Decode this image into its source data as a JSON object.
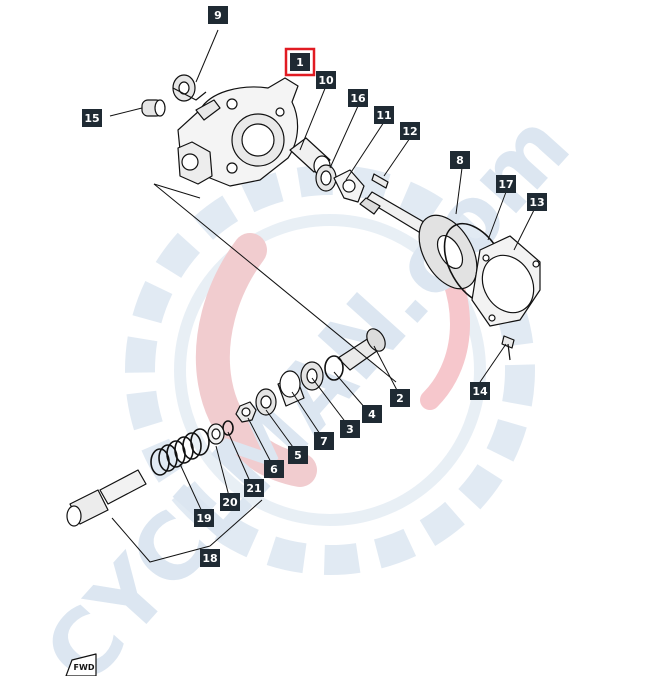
{
  "diagram": {
    "callouts": [
      {
        "id": "part-1",
        "label": "1",
        "highlight": true
      },
      {
        "id": "part-2",
        "label": "2"
      },
      {
        "id": "part-3",
        "label": "3"
      },
      {
        "id": "part-4",
        "label": "4"
      },
      {
        "id": "part-5",
        "label": "5"
      },
      {
        "id": "part-6",
        "label": "6"
      },
      {
        "id": "part-7",
        "label": "7"
      },
      {
        "id": "part-8",
        "label": "8"
      },
      {
        "id": "part-9",
        "label": "9"
      },
      {
        "id": "part-10",
        "label": "10"
      },
      {
        "id": "part-11",
        "label": "11"
      },
      {
        "id": "part-12",
        "label": "12"
      },
      {
        "id": "part-13",
        "label": "13"
      },
      {
        "id": "part-14",
        "label": "14"
      },
      {
        "id": "part-15",
        "label": "15"
      },
      {
        "id": "part-16",
        "label": "16"
      },
      {
        "id": "part-17",
        "label": "17"
      },
      {
        "id": "part-18",
        "label": "18"
      },
      {
        "id": "part-19",
        "label": "19"
      },
      {
        "id": "part-20",
        "label": "20"
      },
      {
        "id": "part-21",
        "label": "21"
      }
    ],
    "fwd_label": "FWD",
    "watermark_text": "CYCLMAN.com",
    "colors": {
      "tag_fill": "#1f2a33",
      "tag_text": "#ffffff",
      "highlight": "#e11b22",
      "line": "#111111",
      "watermark_blue": "#b9cfe6",
      "watermark_red": "#e6a3a9"
    }
  }
}
